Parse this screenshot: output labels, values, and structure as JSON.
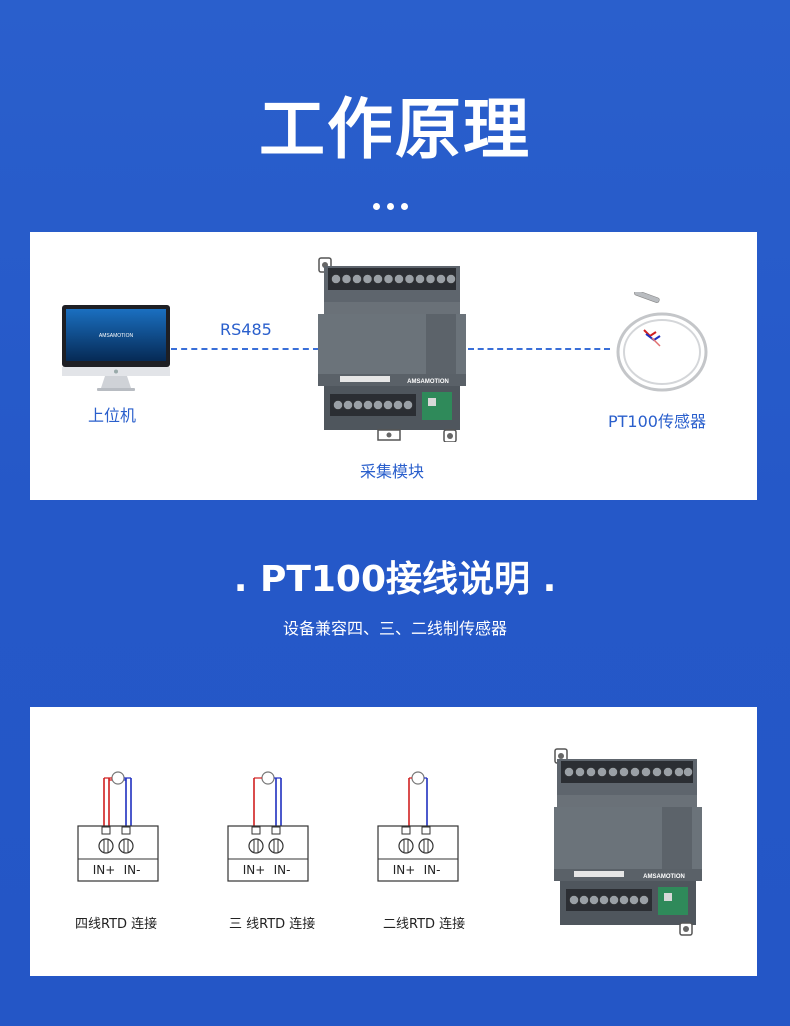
{
  "header": {
    "title": "工作原理"
  },
  "principle": {
    "host_label": "上位机",
    "protocol_label": "RS485",
    "module_label": "采集模块",
    "sensor_label": "PT100传感器",
    "monitor_logo": "AMSAMOTION",
    "module_brand": "AMSAMOTION"
  },
  "wiring": {
    "title": ". PT100接线说明 .",
    "subtitle": "设备兼容四、三、二线制传感器",
    "in_plus": "IN+",
    "in_minus": "IN-",
    "diagrams": [
      {
        "label": "四线RTD 连接"
      },
      {
        "label": "三 线RTD 连接"
      },
      {
        "label": "二线RTD 连接"
      }
    ]
  },
  "colors": {
    "background": "#2a5fcc",
    "accent": "#2a5fcc",
    "wire_red": "#d02020",
    "wire_blue": "#2030c0"
  }
}
